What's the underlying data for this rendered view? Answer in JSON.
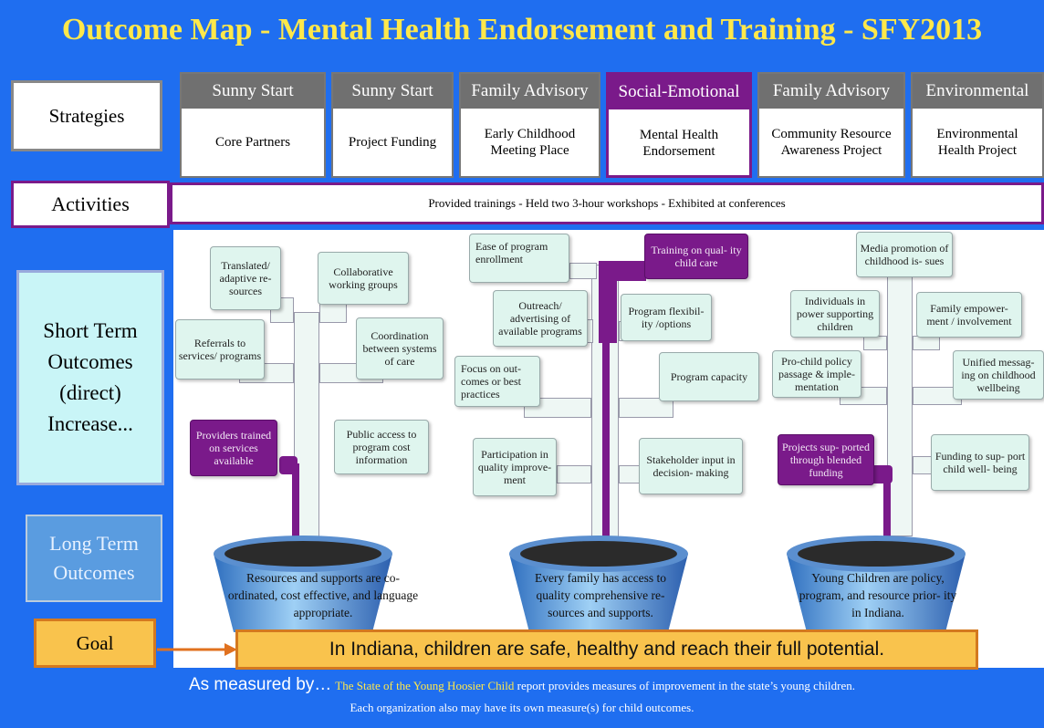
{
  "title": "Outcome Map - Mental Health Endorsement and Training - SFY2013",
  "labels": {
    "strategies": "Strategies",
    "activities": "Activities",
    "short_term": [
      "Short Term",
      "Outcomes",
      "(direct)",
      "Increase..."
    ],
    "long_term": [
      "Long Term",
      "Outcomes"
    ],
    "goal": "Goal"
  },
  "strategies": [
    {
      "head": "Sunny Start",
      "sub": "Core Partners"
    },
    {
      "head": "Sunny Start",
      "sub": "Project Funding"
    },
    {
      "head": "Family Advisory",
      "sub": "Early Childhood Meeting Place"
    },
    {
      "head": "Social-Emotional",
      "sub": "Mental Health Endorsement"
    },
    {
      "head": "Family Advisory",
      "sub": "Community Resource Awareness Project"
    },
    {
      "head": "Environmental",
      "sub": "Environmental Health Project"
    }
  ],
  "activities_text": "Provided trainings - Held two 3-hour workshops - Exhibited at conferences",
  "tree1": {
    "boxes": [
      "Translated/ adaptive re- sources",
      "Collaborative working groups",
      "Referrals to services/ programs",
      "Coordination between systems of care",
      "Providers trained on services available",
      "Public access to program cost information"
    ],
    "bucket": "Resources and supports are co- ordinated, cost effective, and language appropriate."
  },
  "tree2": {
    "boxes": [
      "Ease of program enrollment",
      "Training on qual- ity child care",
      "Outreach/ advertising of available programs",
      "Program flexibil- ity /options",
      "Focus on out- comes or best practices",
      "Program capacity",
      "Participation in quality improve- ment",
      "Stakeholder input in decision- making"
    ],
    "bucket": "Every family has access to quality comprehensive re- sources and supports."
  },
  "tree3": {
    "boxes": [
      "Media promotion of childhood is- sues",
      "Individuals in power supporting children",
      "Family empower- ment / involvement",
      "Pro-child policy passage & imple- mentation",
      "Unified messag- ing on childhood wellbeing",
      "Projects sup- ported through blended funding",
      "Funding to sup- port child well- being"
    ],
    "bucket": "Young Children are policy, program, and resource prior- ity in Indiana."
  },
  "goal_text": "In Indiana, children are safe, healthy and reach their full potential.",
  "footer": {
    "measured_by": "As measured by…",
    "report_line": "The State of the Young Hoosier Child report provides measures of improvement in the state’s young children.",
    "line2": "Each organization also may have its own measure(s) for child outcomes."
  },
  "colors": {
    "background": "#1f6ef0",
    "title": "#ffe84a",
    "highlight": "#7a1a8a",
    "goal_fill": "#f9c34d",
    "goal_border": "#d4791f"
  }
}
